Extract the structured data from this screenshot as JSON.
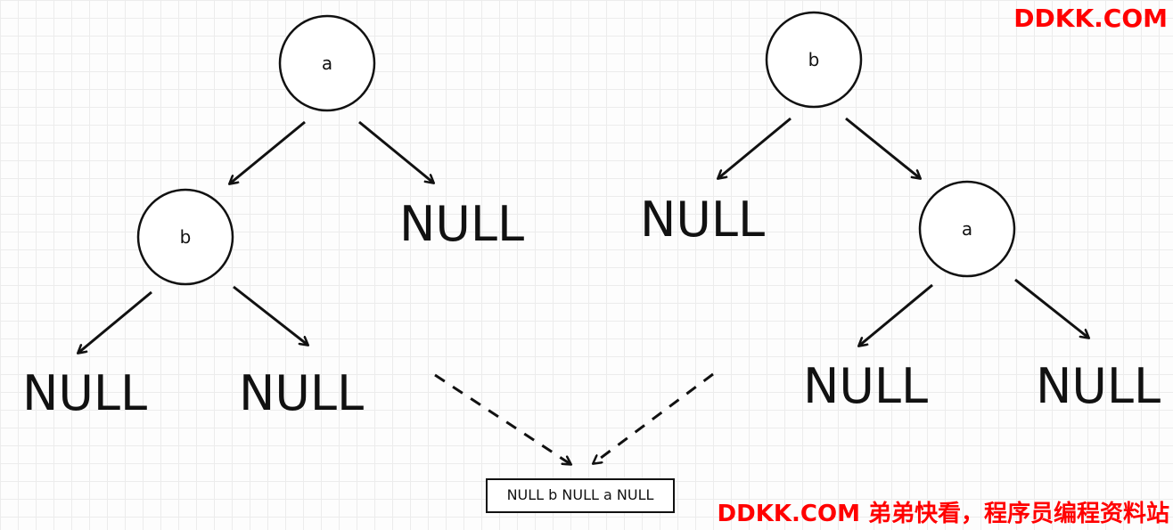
{
  "left_tree": {
    "root": "a",
    "child": "b",
    "null_labels": [
      "NULL",
      "NULL",
      "NULL"
    ]
  },
  "right_tree": {
    "root": "b",
    "child": "a",
    "null_labels": [
      "NULL",
      "NULL",
      "NULL"
    ]
  },
  "result": "NULL b NULL a NULL",
  "watermark": {
    "top": "DDKK.COM",
    "bottom": "DDKK.COM 弟弟快看，程序员编程资料站"
  },
  "colors": {
    "ink": "#111111",
    "watermark": "#ff0000"
  }
}
